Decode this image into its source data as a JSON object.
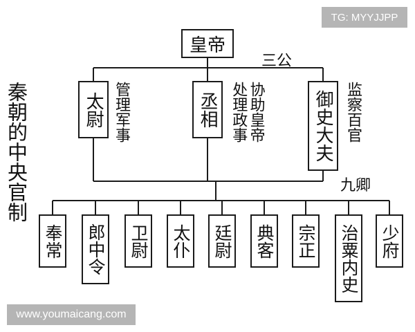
{
  "title": "秦朝的中央官制",
  "emperor": "皇帝",
  "san_gong_label": "三公",
  "jiu_qing_label": "九卿",
  "san_gong": [
    {
      "name": "太尉",
      "duty": "管理军事"
    },
    {
      "name": "丞相",
      "duty": "协助皇帝处理政事"
    },
    {
      "name": "御史大夫",
      "duty": "监察百官"
    }
  ],
  "jiu_qing": [
    "奉常",
    "郎中令",
    "卫尉",
    "太仆",
    "廷尉",
    "典客",
    "宗正",
    "治粟内史",
    "少府"
  ],
  "watermark_top": "TG: MYYJJPP",
  "watermark_bottom": "www.youmaicang.com"
}
